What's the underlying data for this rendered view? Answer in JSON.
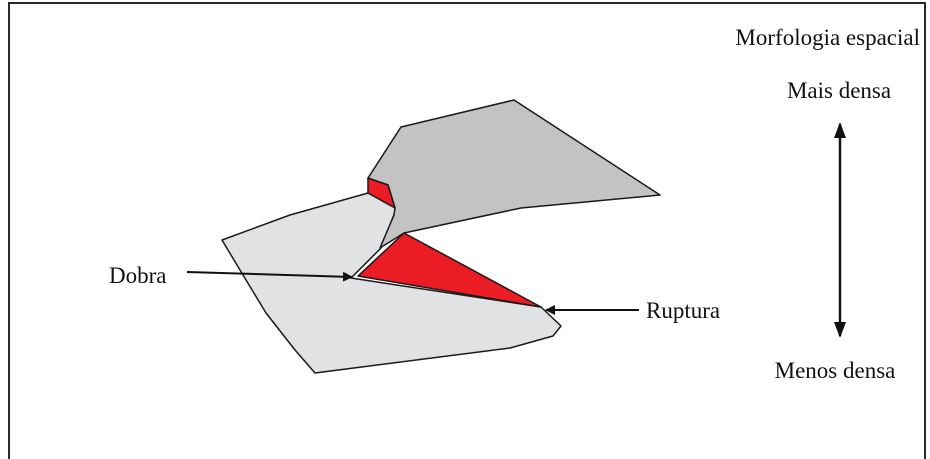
{
  "labels": {
    "title": "Morfologia espacial",
    "top": "Mais densa",
    "bottom": "Menos densa",
    "fold": "Dobra",
    "rupture": "Ruptura"
  },
  "colors": {
    "frame": "#2a2a2a",
    "surface_light": "#e1e2e4",
    "surface_dark": "#c3c3c3",
    "rupture_fill": "#ec1c24",
    "outline": "#1a1a1a",
    "arrow": "#111111",
    "text": "#111111"
  }
}
